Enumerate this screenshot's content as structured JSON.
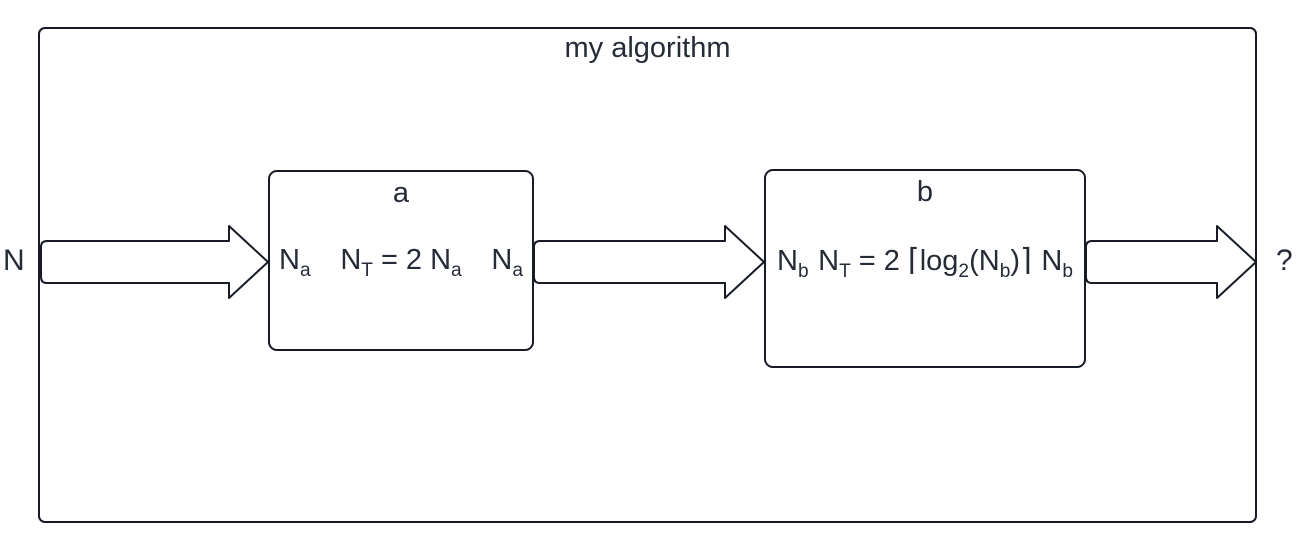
{
  "diagram": {
    "title": "my algorithm",
    "input_label": "N",
    "output_label": "?",
    "colors": {
      "stroke": "#161b26",
      "text": "#252b37",
      "fill": "#ffffff"
    },
    "box_a": {
      "name": "a",
      "input_port": [
        "N",
        "a"
      ],
      "output_port": [
        "N",
        "a"
      ],
      "formula_text": "N_T = 2 N_a",
      "formula_tokens": [
        "N",
        "T",
        "=",
        "2",
        "N",
        "a"
      ]
    },
    "box_b": {
      "name": "b",
      "input_port": [
        "N",
        "b"
      ],
      "output_port": [
        "N",
        "b"
      ],
      "formula_text": "N_T = 2 ⌈log_2(N_b)⌉",
      "formula_tokens": [
        "N",
        "T",
        "=",
        "2",
        "⌈",
        "log",
        "2",
        "(",
        "N",
        "b",
        ")",
        "⌉"
      ]
    }
  }
}
